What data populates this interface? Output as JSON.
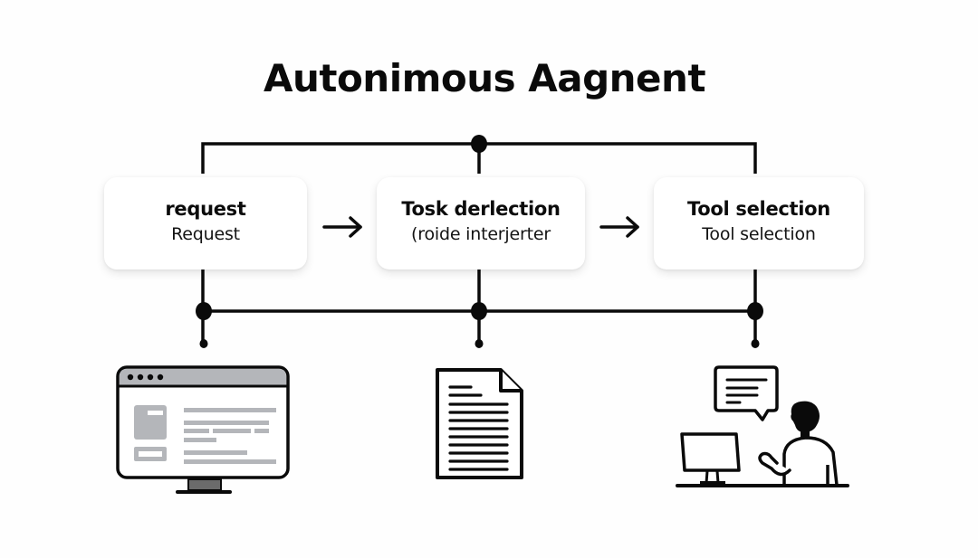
{
  "diagram": {
    "title": "Autonimous Aagnent",
    "steps": [
      {
        "heading": "request",
        "subtitle": "Request"
      },
      {
        "heading": "Tosk derlection",
        "subtitle": "(roide interjerter"
      },
      {
        "heading": "Tool selection",
        "subtitle": "Tool selection"
      }
    ],
    "arrows": [
      "right-arrow",
      "right-arrow"
    ],
    "illustrations": [
      {
        "icon": "web-browser-monitor-icon"
      },
      {
        "icon": "text-document-icon"
      },
      {
        "icon": "person-at-computer-chat-icon"
      }
    ],
    "colors": {
      "background": "#fefefe",
      "line": "#0a0a0a",
      "card": "#ffffff",
      "icon_fill_gray": "#b4b6ba",
      "icon_dark_gray": "#6b6b6b"
    }
  }
}
